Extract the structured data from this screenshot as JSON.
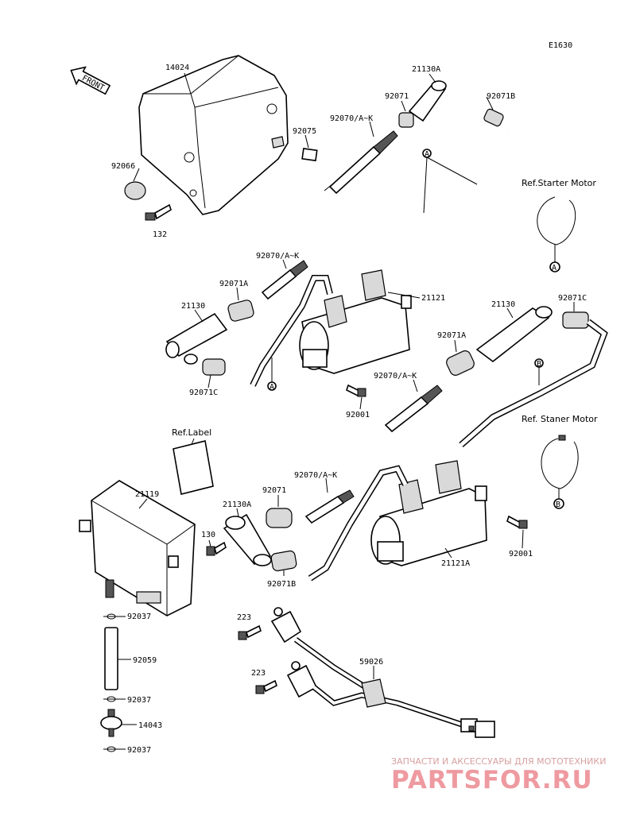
{
  "diagram_code": "E1630",
  "front_label": "FRONT",
  "parts": {
    "p14024": "14024",
    "p92075": "92075",
    "p92066": "92066",
    "p132": "132",
    "p92071_top": "92071",
    "p21130A_top": "21130A",
    "p92071B_top": "92071B",
    "p92070_top": "92070/A~K",
    "p92070_mid1": "92070/A~K",
    "p92071A_mid1": "92071A",
    "p21130_mid1": "21130",
    "p92071C_mid1": "92071C",
    "p21121": "21121",
    "p21130_mid2": "21130",
    "p92071C_mid2": "92071C",
    "p92071A_mid2": "92071A",
    "p92070_mid2": "92070/A~K",
    "p92001_mid": "92001",
    "p21119": "21119",
    "p92070_low": "92070/A~K",
    "p92071_low": "92071",
    "p21130A_low": "21130A",
    "p130": "130",
    "p92071B_low": "92071B",
    "p21121A": "21121A",
    "p92001_low": "92001",
    "p92037_1": "92037",
    "p92059": "92059",
    "p92037_2": "92037",
    "p14043": "14043",
    "p92037_3": "92037",
    "p223_1": "223",
    "p223_2": "223",
    "p59026": "59026"
  },
  "refs": {
    "starter_motor": "Ref.Starter Motor",
    "staner_motor": "Ref. Staner Motor",
    "label": "Ref.Label"
  },
  "callouts": {
    "a1": "A",
    "a2": "A",
    "a3": "A",
    "b1": "B",
    "b2": "B"
  },
  "watermark": {
    "tagline": "ЗАПЧАСТИ И АКСЕССУАРЫ ДЛЯ МОТОТЕХНИКИ",
    "brand": "PARTSFOR.RU"
  },
  "colors": {
    "ink": "#000000",
    "watermark": "#ee9aa0"
  }
}
